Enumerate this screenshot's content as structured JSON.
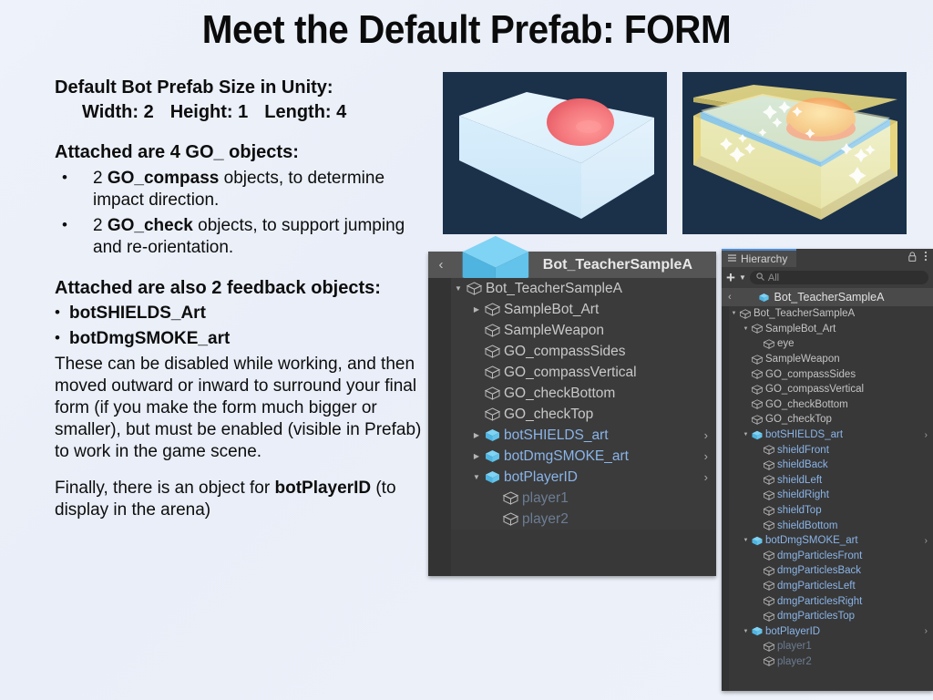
{
  "slide": {
    "title": "Meet the Default Prefab: FORM",
    "background_color": "#eef2fa"
  },
  "content": {
    "size_heading": "Default Bot Prefab Size in Unity:",
    "size_width": "Width: 2",
    "size_height": "Height: 1",
    "size_length": "Length: 4",
    "go_heading": "Attached are 4 GO_ objects:",
    "go_bullets": [
      {
        "pre": "2 ",
        "bold": "GO_compass",
        "post": " objects, to determine impact direction."
      },
      {
        "pre": "2 ",
        "bold": "GO_check",
        "post": " objects, to support jumping and re-orientation."
      }
    ],
    "feedback_heading": "Attached are also 2 feedback objects:",
    "feedback_bullets": [
      "botSHIELDS_Art",
      "botDmgSMOKE_art"
    ],
    "paragraph": "These can be disabled while working, and then moved outward or inward to surround your final form (if you make the form much bigger or smaller), but must be enabled (visible in Prefab) to work in the game scene.",
    "final_pre": "Finally, there is an object for ",
    "final_bold": "botPlayerID",
    "final_post": " (to display in the arena)"
  },
  "renders": {
    "background_color": "#1b314a",
    "plain": {
      "name": "bot-prefab-plain-render",
      "body_color": "#dff0fb",
      "eye_color": "#f07078"
    },
    "shielded": {
      "name": "bot-prefab-shielded-render",
      "shield_color": "#f6e79a",
      "body_color": "#a9d8f0",
      "eye_color": "#f3a05a"
    }
  },
  "prefab_panel": {
    "back_icon": "chevron-left-icon",
    "title": "Bot_TeacherSampleA",
    "rows": [
      {
        "label": "Bot_TeacherSampleA",
        "indent": 0,
        "twisty": "down",
        "icon": "gameobject-cube-icon",
        "style": "normal",
        "chevron": false
      },
      {
        "label": "SampleBot_Art",
        "indent": 1,
        "twisty": "right",
        "icon": "gameobject-cube-icon",
        "style": "normal",
        "chevron": false
      },
      {
        "label": "SampleWeapon",
        "indent": 1,
        "twisty": "none",
        "icon": "gameobject-cube-icon",
        "style": "normal",
        "chevron": false
      },
      {
        "label": "GO_compassSides",
        "indent": 1,
        "twisty": "none",
        "icon": "gameobject-cube-icon",
        "style": "normal",
        "chevron": false
      },
      {
        "label": "GO_compassVertical",
        "indent": 1,
        "twisty": "none",
        "icon": "gameobject-cube-icon",
        "style": "normal",
        "chevron": false
      },
      {
        "label": "GO_checkBottom",
        "indent": 1,
        "twisty": "none",
        "icon": "gameobject-cube-icon",
        "style": "normal",
        "chevron": false
      },
      {
        "label": "GO_checkTop",
        "indent": 1,
        "twisty": "none",
        "icon": "gameobject-cube-icon",
        "style": "normal",
        "chevron": false
      },
      {
        "label": "botSHIELDS_art",
        "indent": 1,
        "twisty": "right",
        "icon": "prefab-cube-icon",
        "style": "prefab",
        "chevron": true
      },
      {
        "label": "botDmgSMOKE_art",
        "indent": 1,
        "twisty": "right",
        "icon": "prefab-cube-icon",
        "style": "prefab",
        "chevron": true
      },
      {
        "label": "botPlayerID",
        "indent": 1,
        "twisty": "down",
        "icon": "prefab-cube-icon",
        "style": "prefab",
        "chevron": true
      },
      {
        "label": "player1",
        "indent": 2,
        "twisty": "none",
        "icon": "gameobject-cube-icon",
        "style": "dim",
        "chevron": false
      },
      {
        "label": "player2",
        "indent": 2,
        "twisty": "none",
        "icon": "gameobject-cube-icon",
        "style": "dim",
        "chevron": false
      }
    ]
  },
  "hierarchy_panel": {
    "tab_label": "Hierarchy",
    "tab_icon": "hierarchy-list-icon",
    "lock_icon": "lock-icon",
    "menu_icon": "kebab-menu-icon",
    "add_label": "+",
    "search_placeholder": "All",
    "search_value": "",
    "search_icon": "search-icon",
    "breadcrumb_back_icon": "chevron-left-icon",
    "breadcrumb_title": "Bot_TeacherSampleA",
    "accent_color": "#4f8cd6",
    "rows": [
      {
        "label": "Bot_TeacherSampleA",
        "indent": 0,
        "twisty": "down",
        "icon": "gameobject-cube-icon",
        "style": "normal",
        "chevron": false
      },
      {
        "label": "SampleBot_Art",
        "indent": 1,
        "twisty": "down",
        "icon": "gameobject-cube-icon",
        "style": "normal",
        "chevron": false
      },
      {
        "label": "eye",
        "indent": 2,
        "twisty": "none",
        "icon": "gameobject-cube-icon",
        "style": "normal",
        "chevron": false
      },
      {
        "label": "SampleWeapon",
        "indent": 1,
        "twisty": "none",
        "icon": "gameobject-cube-icon",
        "style": "normal",
        "chevron": false
      },
      {
        "label": "GO_compassSides",
        "indent": 1,
        "twisty": "none",
        "icon": "gameobject-cube-icon",
        "style": "normal",
        "chevron": false
      },
      {
        "label": "GO_compassVertical",
        "indent": 1,
        "twisty": "none",
        "icon": "gameobject-cube-icon",
        "style": "normal",
        "chevron": false
      },
      {
        "label": "GO_checkBottom",
        "indent": 1,
        "twisty": "none",
        "icon": "gameobject-cube-icon",
        "style": "normal",
        "chevron": false
      },
      {
        "label": "GO_checkTop",
        "indent": 1,
        "twisty": "none",
        "icon": "gameobject-cube-icon",
        "style": "normal",
        "chevron": false
      },
      {
        "label": "botSHIELDS_art",
        "indent": 1,
        "twisty": "down",
        "icon": "prefab-cube-icon",
        "style": "prefab",
        "chevron": true
      },
      {
        "label": "shieldFront",
        "indent": 2,
        "twisty": "none",
        "icon": "gameobject-cube-icon",
        "style": "prefab",
        "chevron": false
      },
      {
        "label": "shieldBack",
        "indent": 2,
        "twisty": "none",
        "icon": "gameobject-cube-icon",
        "style": "prefab",
        "chevron": false
      },
      {
        "label": "shieldLeft",
        "indent": 2,
        "twisty": "none",
        "icon": "gameobject-cube-icon",
        "style": "prefab",
        "chevron": false
      },
      {
        "label": "shieldRight",
        "indent": 2,
        "twisty": "none",
        "icon": "gameobject-cube-icon",
        "style": "prefab",
        "chevron": false
      },
      {
        "label": "shieldTop",
        "indent": 2,
        "twisty": "none",
        "icon": "gameobject-cube-icon",
        "style": "prefab",
        "chevron": false
      },
      {
        "label": "shieldBottom",
        "indent": 2,
        "twisty": "none",
        "icon": "gameobject-cube-icon",
        "style": "prefab",
        "chevron": false
      },
      {
        "label": "botDmgSMOKE_art",
        "indent": 1,
        "twisty": "down",
        "icon": "prefab-cube-icon",
        "style": "prefab",
        "chevron": true
      },
      {
        "label": "dmgParticlesFront",
        "indent": 2,
        "twisty": "none",
        "icon": "gameobject-cube-icon",
        "style": "prefab",
        "chevron": false
      },
      {
        "label": "dmgParticlesBack",
        "indent": 2,
        "twisty": "none",
        "icon": "gameobject-cube-icon",
        "style": "prefab",
        "chevron": false
      },
      {
        "label": "dmgParticlesLeft",
        "indent": 2,
        "twisty": "none",
        "icon": "gameobject-cube-icon",
        "style": "prefab",
        "chevron": false
      },
      {
        "label": "dmgParticlesRight",
        "indent": 2,
        "twisty": "none",
        "icon": "gameobject-cube-icon",
        "style": "prefab",
        "chevron": false
      },
      {
        "label": "dmgParticlesTop",
        "indent": 2,
        "twisty": "none",
        "icon": "gameobject-cube-icon",
        "style": "prefab",
        "chevron": false
      },
      {
        "label": "botPlayerID",
        "indent": 1,
        "twisty": "down",
        "icon": "prefab-cube-icon",
        "style": "prefab",
        "chevron": true
      },
      {
        "label": "player1",
        "indent": 2,
        "twisty": "none",
        "icon": "gameobject-cube-icon",
        "style": "dim",
        "chevron": false
      },
      {
        "label": "player2",
        "indent": 2,
        "twisty": "none",
        "icon": "gameobject-cube-icon",
        "style": "dim",
        "chevron": false
      }
    ]
  }
}
